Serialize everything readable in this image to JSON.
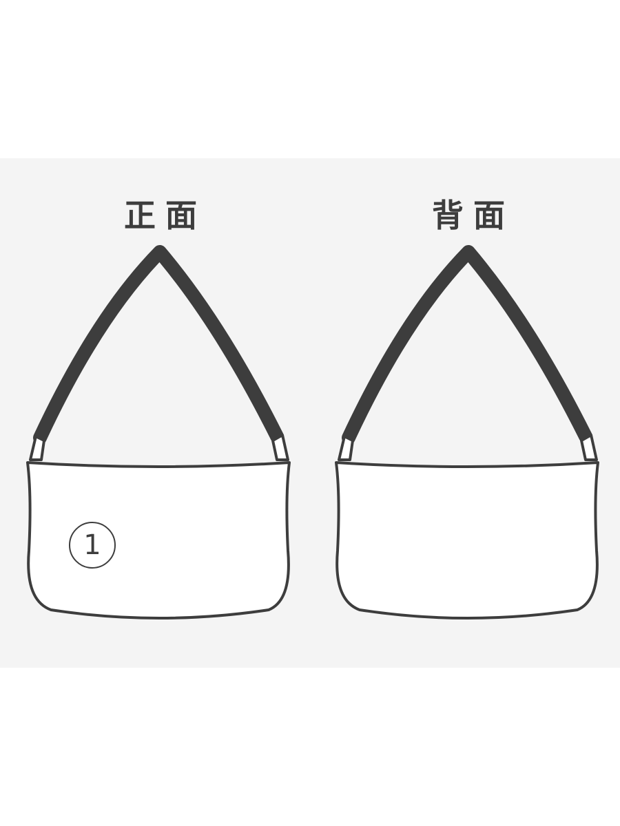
{
  "views": {
    "front_label": "正面",
    "back_label": "背面"
  },
  "front": {
    "marker": "1"
  },
  "colors": {
    "panel_background": "#f4f4f4",
    "outline": "#3d3d3d",
    "bag_fill": "#ffffff"
  },
  "icons": {
    "front_bag": "shoulder-bag-front-icon",
    "back_bag": "shoulder-bag-back-icon"
  }
}
